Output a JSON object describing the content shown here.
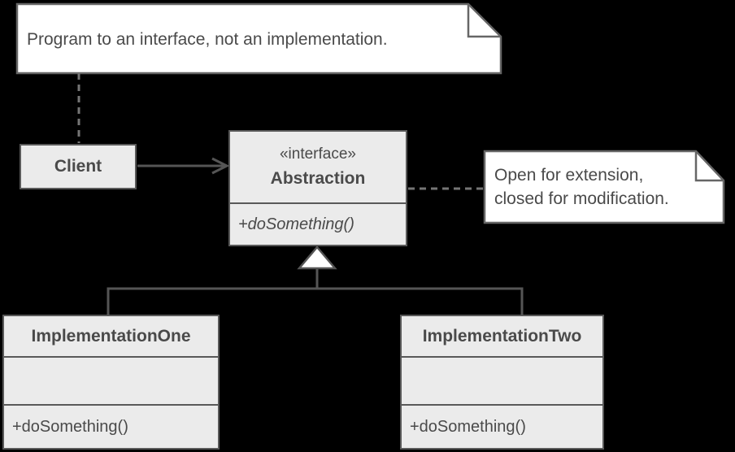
{
  "diagram": {
    "kind": "uml-class-diagram",
    "colors": {
      "background": "#000000",
      "shape_fill": "#ebebeb",
      "note_fill": "#ffffff",
      "border": "#595959",
      "text": "#4a4a4a"
    },
    "notes": {
      "principle": {
        "text": "Program to an interface, not an implementation."
      },
      "open_closed": {
        "line1": "Open for extension,",
        "line2": "closed for modification."
      }
    },
    "classes": {
      "client": {
        "name": "Client"
      },
      "abstraction": {
        "stereotype": "«interface»",
        "name": "Abstraction",
        "method": "+doSomething()"
      },
      "implementation_one": {
        "name": "ImplementationOne",
        "method": "+doSomething()"
      },
      "implementation_two": {
        "name": "ImplementationTwo",
        "method": "+doSomething()"
      }
    },
    "relationships": [
      {
        "from": "Client",
        "to": "Abstraction",
        "type": "directed-association"
      },
      {
        "from": "ImplementationOne",
        "to": "Abstraction",
        "type": "generalization"
      },
      {
        "from": "ImplementationTwo",
        "to": "Abstraction",
        "type": "generalization"
      },
      {
        "from": "note: Program to an interface, not an implementation.",
        "to": "Client",
        "type": "note-link"
      },
      {
        "from": "note: Open for extension, closed for modification.",
        "to": "Abstraction",
        "type": "note-link"
      }
    ]
  }
}
